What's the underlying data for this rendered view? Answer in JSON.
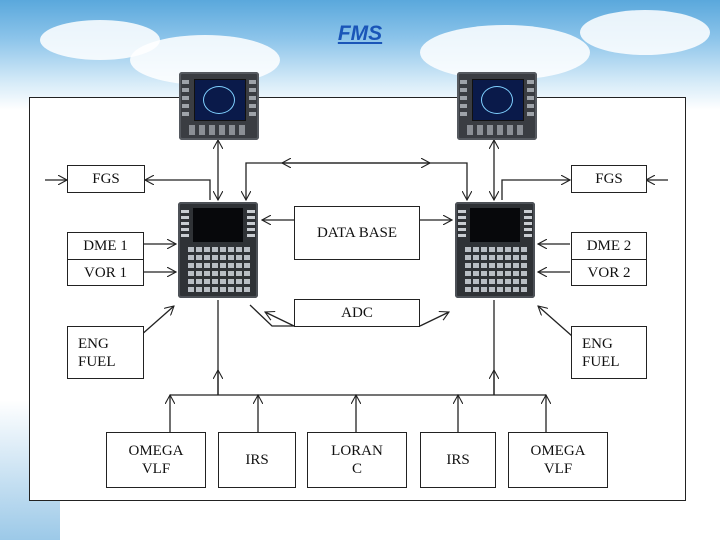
{
  "title": "FMS",
  "labels": {
    "fgs_left": "FGS",
    "fgs_right": "FGS",
    "dme1": "DME 1",
    "vor1": "VOR 1",
    "dme2": "DME 2",
    "vor2": "VOR 2",
    "database": "DATA BASE",
    "adc": "ADC",
    "eng_fuel_left": "ENG\nFUEL",
    "eng_fuel_right": "ENG\nFUEL",
    "omega_vlf_left": "OMEGA\nVLF",
    "irs_left": "IRS",
    "loran_c": "LORAN\nC",
    "irs_right": "IRS",
    "omega_vlf_right": "OMEGA\nVLF"
  },
  "colors": {
    "title": "#1a55b8",
    "line": "#222222"
  }
}
